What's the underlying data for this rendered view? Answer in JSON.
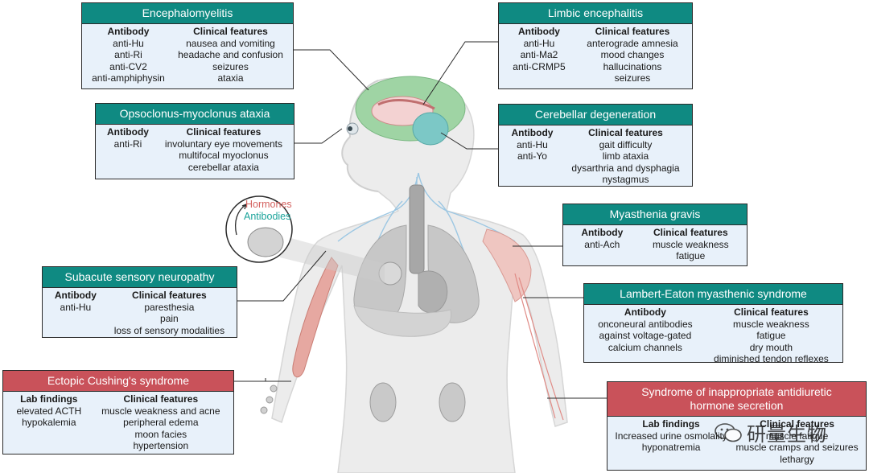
{
  "colors": {
    "header_teal": "#0f8a82",
    "header_red": "#c9525a",
    "box_fill": "#e8f1fa",
    "hormones": "#d4625f",
    "antibodies": "#1aa39a"
  },
  "tumor_labels": {
    "hormones": "Hormones",
    "antibodies": "Antibodies"
  },
  "boxes": {
    "encephalomyelitis": {
      "title": "Encephalomyelitis",
      "col1_label": "Antibody",
      "col1": [
        "anti-Hu",
        "anti-Ri",
        "anti-CV2",
        "anti-amphiphysin"
      ],
      "col2_label": "Clinical features",
      "col2": [
        "nausea and vomiting",
        "headache and confusion",
        "seizures",
        "ataxia"
      ]
    },
    "limbic": {
      "title": "Limbic encephalitis",
      "col1_label": "Antibody",
      "col1": [
        "anti-Hu",
        "anti-Ma2",
        "anti-CRMP5"
      ],
      "col2_label": "Clinical features",
      "col2": [
        "anterograde amnesia",
        "mood changes",
        "hallucinations",
        "seizures"
      ]
    },
    "opsoclonus": {
      "title": "Opsoclonus-myoclonus ataxia",
      "col1_label": "Antibody",
      "col1": [
        "anti-Ri"
      ],
      "col2_label": "Clinical features",
      "col2": [
        "involuntary eye movements",
        "multifocal myoclonus",
        "cerebellar ataxia"
      ]
    },
    "cerebellar": {
      "title": "Cerebellar degeneration",
      "col1_label": "Antibody",
      "col1": [
        "anti-Hu",
        "anti-Yo"
      ],
      "col2_label": "Clinical features",
      "col2": [
        "gait difficulty",
        "limb ataxia",
        "dysarthria and dysphagia",
        "nystagmus"
      ]
    },
    "myasthenia": {
      "title": "Myasthenia gravis",
      "col1_label": "Antibody",
      "col1": [
        "anti-Ach"
      ],
      "col2_label": "Clinical features",
      "col2": [
        "muscle weakness",
        "fatigue"
      ]
    },
    "sensory": {
      "title": "Subacute sensory neuropathy",
      "col1_label": "Antibody",
      "col1": [
        "anti-Hu"
      ],
      "col2_label": "Clinical features",
      "col2": [
        "paresthesia",
        "pain",
        "loss of sensory modalities"
      ]
    },
    "lambert": {
      "title": "Lambert-Eaton myasthenic syndrome",
      "col1_label": "Antibody",
      "col1": [
        "onconeural antibodies",
        "against voltage-gated",
        "calcium channels"
      ],
      "col2_label": "Clinical features",
      "col2": [
        "muscle weakness",
        "fatigue",
        "dry mouth",
        "diminished tendon reflexes"
      ]
    },
    "cushing": {
      "title": "Ectopic Cushing's syndrome",
      "col1_label": "Lab findings",
      "col1": [
        "elevated ACTH",
        "hypokalemia"
      ],
      "col2_label": "Clinical features",
      "col2": [
        "muscle weakness and acne",
        "peripheral edema",
        "moon facies",
        "hypertension"
      ]
    },
    "siadh": {
      "title": "Syndrome of inappropriate antidiuretic hormone secretion",
      "col1_label": "Lab findings",
      "col1": [
        "Increased urine osmolality",
        "hyponatremia"
      ],
      "col2_label": "Clinical features",
      "col2": [
        "muscle fatigue",
        "muscle cramps and seizures",
        "lethargy"
      ]
    }
  },
  "watermark": "研量生物"
}
